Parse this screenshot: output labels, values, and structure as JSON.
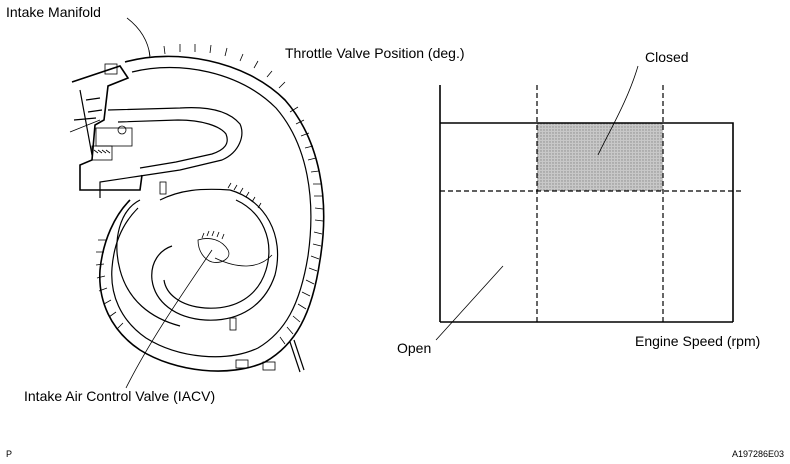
{
  "left_diagram": {
    "label_intake_manifold": "Intake Manifold",
    "label_iacv": "Intake Air Control Valve (IACV)"
  },
  "right_graph": {
    "title": "Throttle Valve Position (deg.)",
    "label_closed": "Closed",
    "label_open": "Open",
    "xlabel": "Engine Speed (rpm)"
  },
  "footer": {
    "left_code": "P",
    "right_code": "A197286E03"
  },
  "colors": {
    "line": "#000000",
    "shade": "#bdbdbd"
  }
}
